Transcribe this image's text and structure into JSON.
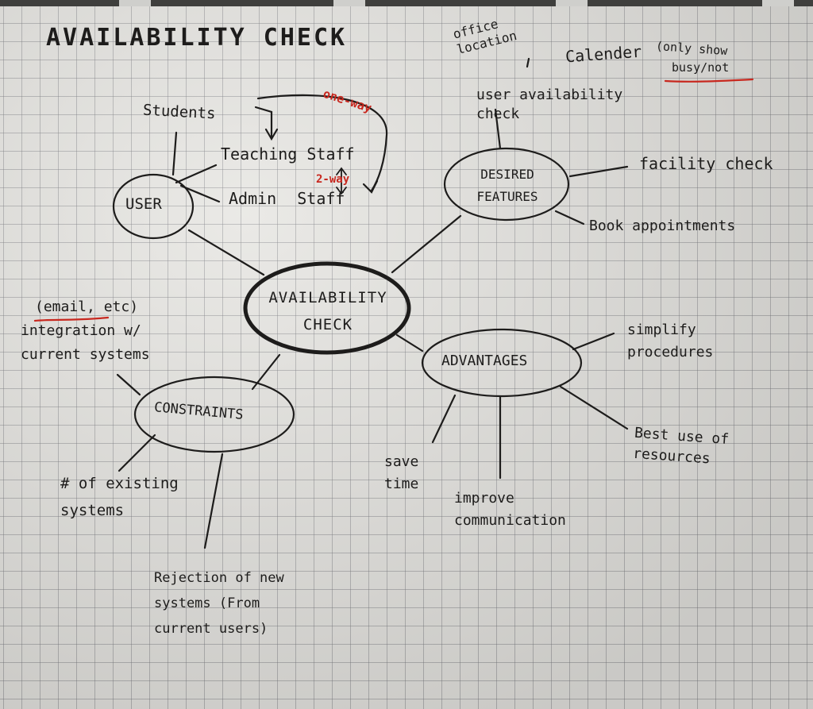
{
  "title": "AVAILABILITY CHECK",
  "center": "AVAILABILITY CHECK",
  "user": {
    "label": "USER",
    "items": [
      "Students",
      "Teaching Staff",
      "Admin Staff"
    ],
    "annotations": {
      "one_way": "one-way",
      "two_way": "2-way"
    }
  },
  "desired_features": {
    "label": "DESIRED FEATURES",
    "user_availability_check": "user availability check",
    "office_location": "office location",
    "calendar": "Calender (only show busy/not)",
    "calendar_main": "Calender",
    "calendar_paren_open": "(only show",
    "calendar_busy": "busy/not",
    "facility_check": "facility check",
    "book_appointments": "Book appointments"
  },
  "advantages": {
    "label": "ADVANTAGES",
    "simplify_procedures": "simplify procedures",
    "best_use_of_resources": "Best use of resources",
    "save_time": "save time",
    "improve_communication": "improve communication"
  },
  "constraints": {
    "label": "CONSTRAINTS",
    "integration": "(email, etc) integration w/ current systems",
    "integration_note": "(email, etc)",
    "num_existing_systems": "# of existing systems",
    "rejection": "Rejection of new systems (From current users)"
  },
  "colors": {
    "ink": "#1d1c1b",
    "red": "#c8281f",
    "paper": "#e6e5e1"
  }
}
